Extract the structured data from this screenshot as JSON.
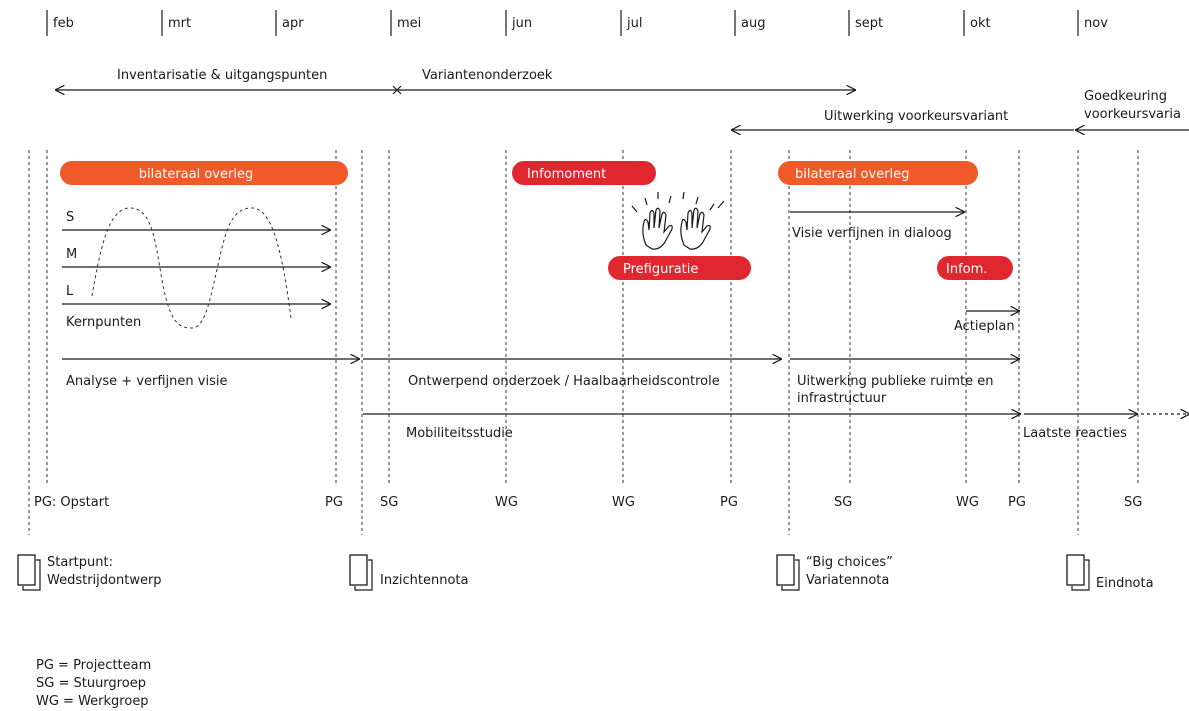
{
  "months": [
    "feb",
    "mrt",
    "apr",
    "mei",
    "jun",
    "jul",
    "aug",
    "sept",
    "okt",
    "nov"
  ],
  "phases": {
    "inventarisatie": "Inventarisatie & uitgangspunten",
    "variantenonderzoek": "Variantenonderzoek",
    "uitwerking": "Uitwerking voorkeursvariant",
    "goedkeuring_1": "Goedkeuring",
    "goedkeuring_2": "voorkeursvaria"
  },
  "pills": {
    "bilateraal_1": "bilateraal overleg",
    "infomoment": "Infomoment",
    "prefiguratie": "Prefiguratie",
    "bilateraal_2": "bilateraal overleg",
    "infom": "Infom."
  },
  "kern": {
    "s": "S",
    "m": "M",
    "l": "L",
    "label": "Kernpunten"
  },
  "tracks": {
    "analyse": "Analyse + verfijnen visie",
    "ontwerpend": "Ontwerpend onderzoek / Haalbaarheidscontrole",
    "uitwerking_1": "Uitwerking publieke ruimte en",
    "uitwerking_2": "infrastructuur",
    "mobiliteit": "Mobiliteitsstudie",
    "visie": "Visie verfijnen in dialoog",
    "actieplan": "Actieplan",
    "laatste": "Laatste reacties"
  },
  "meetings": {
    "pg_opstart": "PG: Opstart",
    "pg1": "PG",
    "sg1": "SG",
    "wg1": "WG",
    "wg2": "WG",
    "pg2": "PG",
    "sg2": "SG",
    "wg3": "WG",
    "pg3": "PG",
    "sg3": "SG"
  },
  "documents": {
    "startpunt_1": "Startpunt:",
    "startpunt_2": "Wedstrijdontwerp",
    "inzichten": "Inzichtennota",
    "big_1": "“Big choices”",
    "big_2": "Variatennota",
    "eind": "Eindnota"
  },
  "legend": {
    "pg": "PG = Projectteam",
    "sg": "SG = Stuurgroep",
    "wg": "WG = Werkgroep"
  },
  "colors": {
    "orange": "#f05a28",
    "red": "#e0262e",
    "ink": "#1a1a1a"
  },
  "icons": [
    "document-icon",
    "raised-hands-icon"
  ]
}
